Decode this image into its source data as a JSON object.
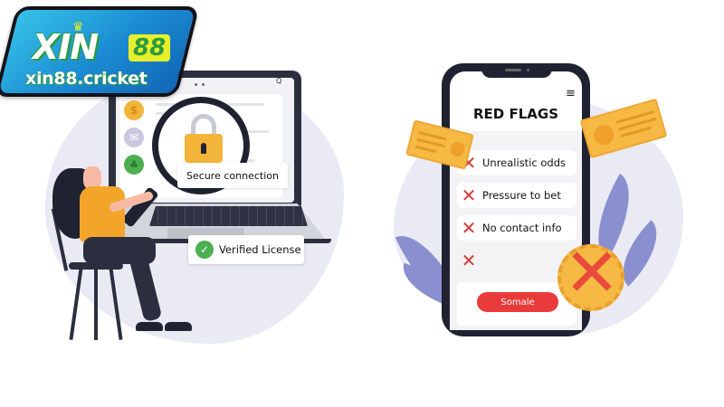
{
  "logo": {
    "brand_main": "XIN",
    "brand_number": "88",
    "crown_icon": "crown-icon",
    "domain": "xin88.cricket"
  },
  "left_scene": {
    "laptop": {
      "search_icon": "Q",
      "side_icons": [
        "dollar-coin-icon",
        "mail-icon",
        "tree-icon"
      ],
      "lock_label": "Secure connection",
      "verified_label": "Verified License",
      "verified_icon": "✓"
    }
  },
  "right_scene": {
    "phone": {
      "menu_icon": "≡",
      "title": "RED FLAGS",
      "items": [
        {
          "icon": "✕",
          "label": "Unrealistic odds"
        },
        {
          "icon": "✕",
          "label": "Pressure to bet"
        },
        {
          "icon": "✕",
          "label": "No contact info"
        },
        {
          "icon": "✕",
          "label": ""
        }
      ],
      "button_label": "Somale"
    },
    "coin_icon": "✕"
  },
  "colors": {
    "accent_red": "#e93b3b",
    "accent_yellow": "#f5b944",
    "accent_green": "#4caf50",
    "dark": "#1f2230",
    "blob": "#e9eaf3",
    "logo_blue": "#1a8ad2"
  }
}
